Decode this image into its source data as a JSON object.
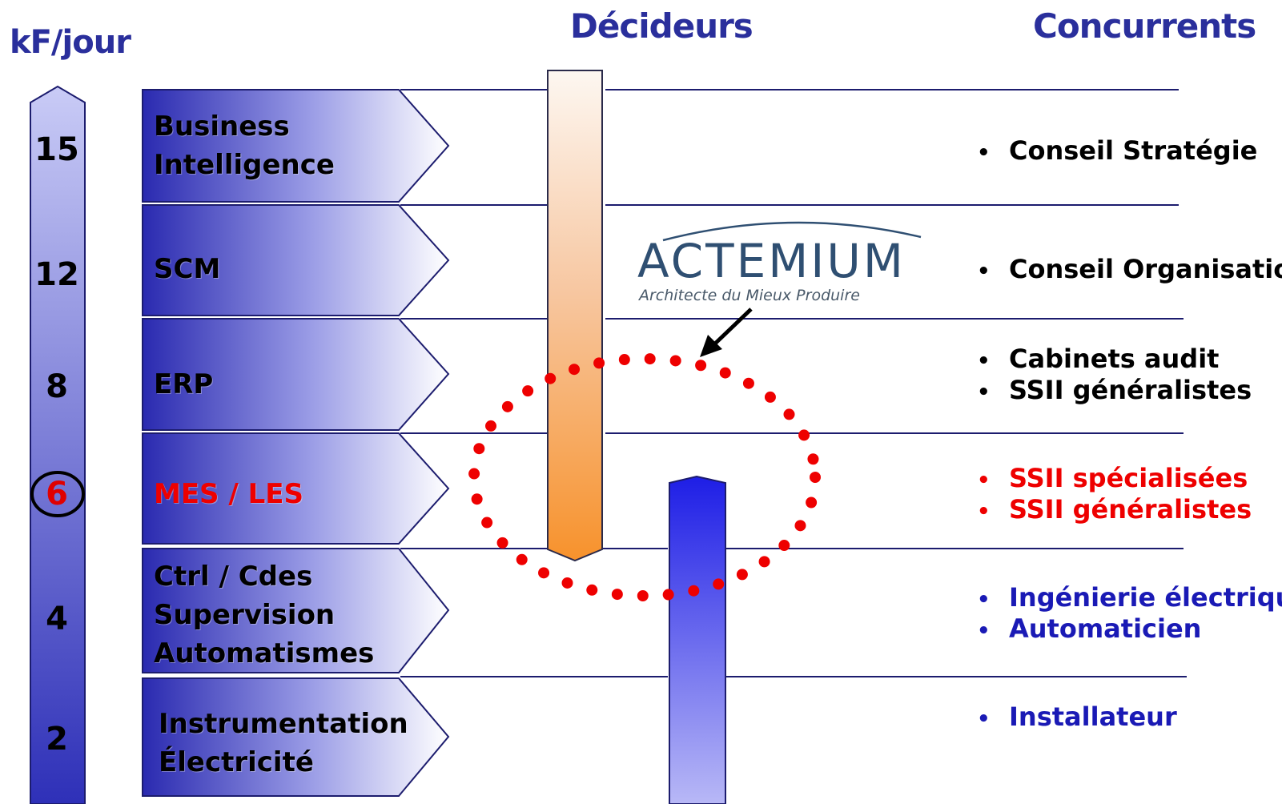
{
  "header": {
    "unit_label": "kF/jour",
    "decideurs": "Décideurs",
    "concurrents": "Concurrents"
  },
  "scale": {
    "values": [
      "15",
      "12",
      "8",
      "6",
      "4",
      "2"
    ],
    "highlighted": "6"
  },
  "layers": [
    {
      "label": "Business\nIntelligence",
      "color": "#000000"
    },
    {
      "label": "SCM",
      "color": "#000000"
    },
    {
      "label": "ERP",
      "color": "#000000"
    },
    {
      "label": "MES / LES",
      "color": "#ee0000"
    },
    {
      "label": "Ctrl / Cdes\nSupervision\nAutomatismes",
      "color": "#000000"
    },
    {
      "label": "Instrumentation\nÉlectricité",
      "color": "#000000"
    }
  ],
  "logo": {
    "name": "ACTEMIUM",
    "tagline": "Architecte du Mieux Produire"
  },
  "competitors": [
    {
      "items": [
        "Conseil Stratégie"
      ],
      "color": "#000000"
    },
    {
      "items": [
        "Conseil Organisation"
      ],
      "color": "#000000"
    },
    {
      "items": [
        "Cabinets audit",
        "SSII généralistes"
      ],
      "color": "#000000"
    },
    {
      "items": [
        "SSII spécialisées",
        "SSII généralistes"
      ],
      "color": "#ee0000"
    },
    {
      "items": [
        "Ingénierie électrique",
        "Automaticien"
      ],
      "color": "#1a1ab5"
    },
    {
      "items": [
        "Installateur"
      ],
      "color": "#1a1ab5"
    }
  ],
  "bullet_char": "•",
  "colors": {
    "header_blue": "#2a2f9c",
    "arrow_dark_blue": "#2a2ab0",
    "highlight_red": "#ee0000",
    "decideur_orange": "#f79a3a",
    "decideur_blue": "#2b2be6",
    "line_navy": "#1c1c6e"
  }
}
